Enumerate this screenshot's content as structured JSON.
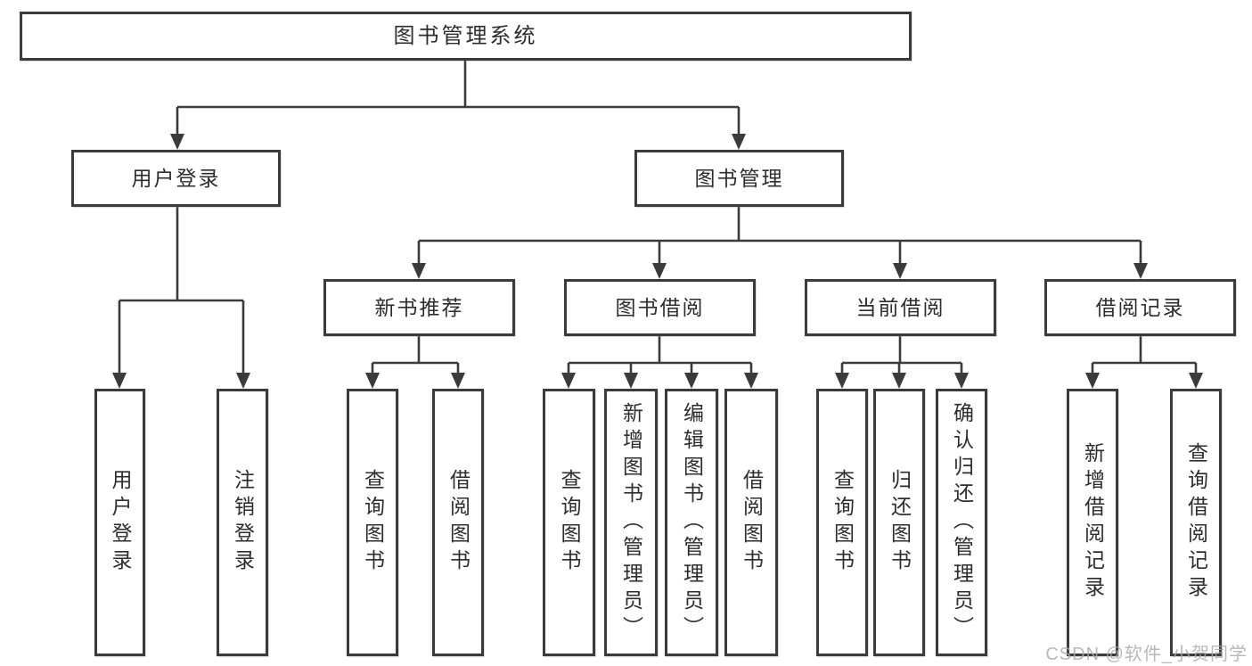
{
  "diagram_title": "图书管理系统",
  "tree": {
    "label": "图书管理系统",
    "children": [
      {
        "label": "用户登录",
        "children": [
          {
            "label": "用户登录"
          },
          {
            "label": "注销登录"
          }
        ]
      },
      {
        "label": "图书管理",
        "children": [
          {
            "label": "新书推荐",
            "children": [
              {
                "label": "查询图书"
              },
              {
                "label": "借阅图书"
              }
            ]
          },
          {
            "label": "图书借阅",
            "children": [
              {
                "label": "查询图书"
              },
              {
                "label": "新增图书（管理员）"
              },
              {
                "label": "编辑图书（管理员）"
              },
              {
                "label": "借阅图书"
              }
            ]
          },
          {
            "label": "当前借阅",
            "children": [
              {
                "label": "查询图书"
              },
              {
                "label": "归还图书"
              },
              {
                "label": "确认归还（管理员）"
              }
            ]
          },
          {
            "label": "借阅记录",
            "children": [
              {
                "label": "新增借阅记录"
              },
              {
                "label": "查询借阅记录"
              }
            ]
          }
        ]
      }
    ]
  },
  "watermark": "CSDN @软件_小贺同学",
  "colors": {
    "line": "#3b3b3b",
    "box_border": "#3b3b3b",
    "text": "#2d2d2d",
    "watermark": "#a8a8a8",
    "background": "#ffffff"
  }
}
